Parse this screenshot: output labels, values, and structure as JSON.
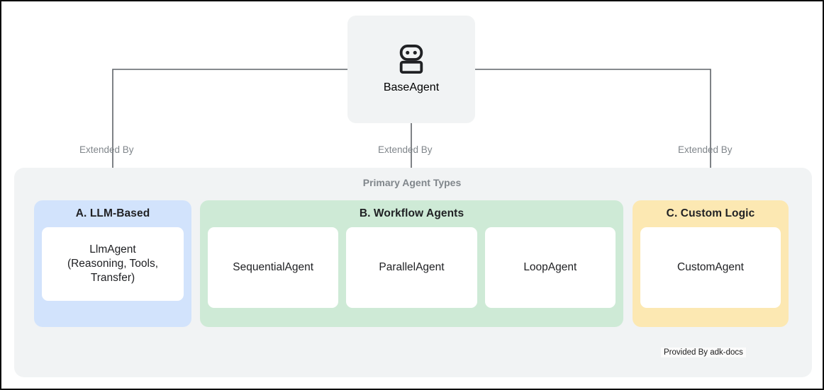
{
  "diagram": {
    "root": {
      "label": "BaseAgent",
      "icon": "robot-icon"
    },
    "edges": [
      {
        "label": "Extended By",
        "target": "A. LLM-Based"
      },
      {
        "label": "Extended By",
        "target": "B. Workflow Agents"
      },
      {
        "label": "Extended By",
        "target": "C. Custom Logic"
      }
    ],
    "panel": {
      "caption": "Primary Agent Types",
      "attribution": "Provided By adk-docs"
    },
    "groups": [
      {
        "id": "llm",
        "title": "A. LLM-Based",
        "color": "#d2e3fc",
        "cards": [
          {
            "name": "LlmAgent",
            "detail": "(Reasoning, Tools, Transfer)"
          }
        ]
      },
      {
        "id": "workflow",
        "title": "B. Workflow Agents",
        "color": "#ceead6",
        "cards": [
          {
            "name": "SequentialAgent"
          },
          {
            "name": "ParallelAgent"
          },
          {
            "name": "LoopAgent"
          }
        ]
      },
      {
        "id": "custom",
        "title": "C. Custom Logic",
        "color": "#fce8b2",
        "cards": [
          {
            "name": "CustomAgent"
          }
        ]
      }
    ],
    "colors": {
      "root_box": "#f1f3f4",
      "panel": "#f1f3f4",
      "card": "#ffffff",
      "connector": "#5f6368",
      "edge_label": "#80868b",
      "caption": "#80868b",
      "text": "#202124",
      "border": "#0d0d0d"
    }
  }
}
